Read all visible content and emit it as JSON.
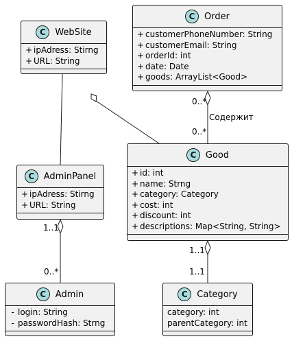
{
  "colors": {
    "class_fill": "#F1F1F1",
    "class_border": "#181818",
    "badge_fill": "#A9DCDF",
    "line": "#181818"
  },
  "classes": {
    "website": {
      "badge": "C",
      "name": "WebSite",
      "attributes": [
        {
          "vis": "+",
          "text": "ipAdress: Stirng"
        },
        {
          "vis": "+",
          "text": "URL: String"
        }
      ]
    },
    "order": {
      "badge": "C",
      "name": "Order",
      "attributes": [
        {
          "vis": "+",
          "text": "customerPhoneNumber: String"
        },
        {
          "vis": "+",
          "text": "customerEmail: String"
        },
        {
          "vis": "+",
          "text": "orderId: int"
        },
        {
          "vis": "+",
          "text": "date: Date"
        },
        {
          "vis": "+",
          "text": "goods: ArrayList<Good>"
        }
      ]
    },
    "adminpanel": {
      "badge": "C",
      "name": "AdminPanel",
      "attributes": [
        {
          "vis": "+",
          "text": "ipAdress: Stirng"
        },
        {
          "vis": "+",
          "text": "URL: String"
        }
      ]
    },
    "good": {
      "badge": "C",
      "name": "Good",
      "attributes": [
        {
          "vis": "+",
          "text": "id: int"
        },
        {
          "vis": "+",
          "text": "name: Strng"
        },
        {
          "vis": "+",
          "text": "category: Category"
        },
        {
          "vis": "+",
          "text": "cost: int"
        },
        {
          "vis": "+",
          "text": "discount: int"
        },
        {
          "vis": "+",
          "text": "descriptions: Map<String, String>"
        }
      ]
    },
    "admin": {
      "badge": "C",
      "name": "Admin",
      "attributes": [
        {
          "vis": "-",
          "text": "login: String"
        },
        {
          "vis": "-",
          "text": "passwordHash: Strng"
        }
      ]
    },
    "category": {
      "badge": "C",
      "name": "Category",
      "attributes": [
        {
          "vis": "",
          "text": "category: int"
        },
        {
          "vis": "",
          "text": "parentCategory: int"
        }
      ]
    }
  },
  "relations": {
    "order_good": {
      "source_mult": "0..*",
      "target_mult": "0..*",
      "label": "Содержит"
    },
    "adminpanel_admin": {
      "source_mult": "1..1",
      "target_mult": "0..*"
    },
    "good_category": {
      "source_mult": "1..1",
      "target_mult": "1..1"
    }
  }
}
